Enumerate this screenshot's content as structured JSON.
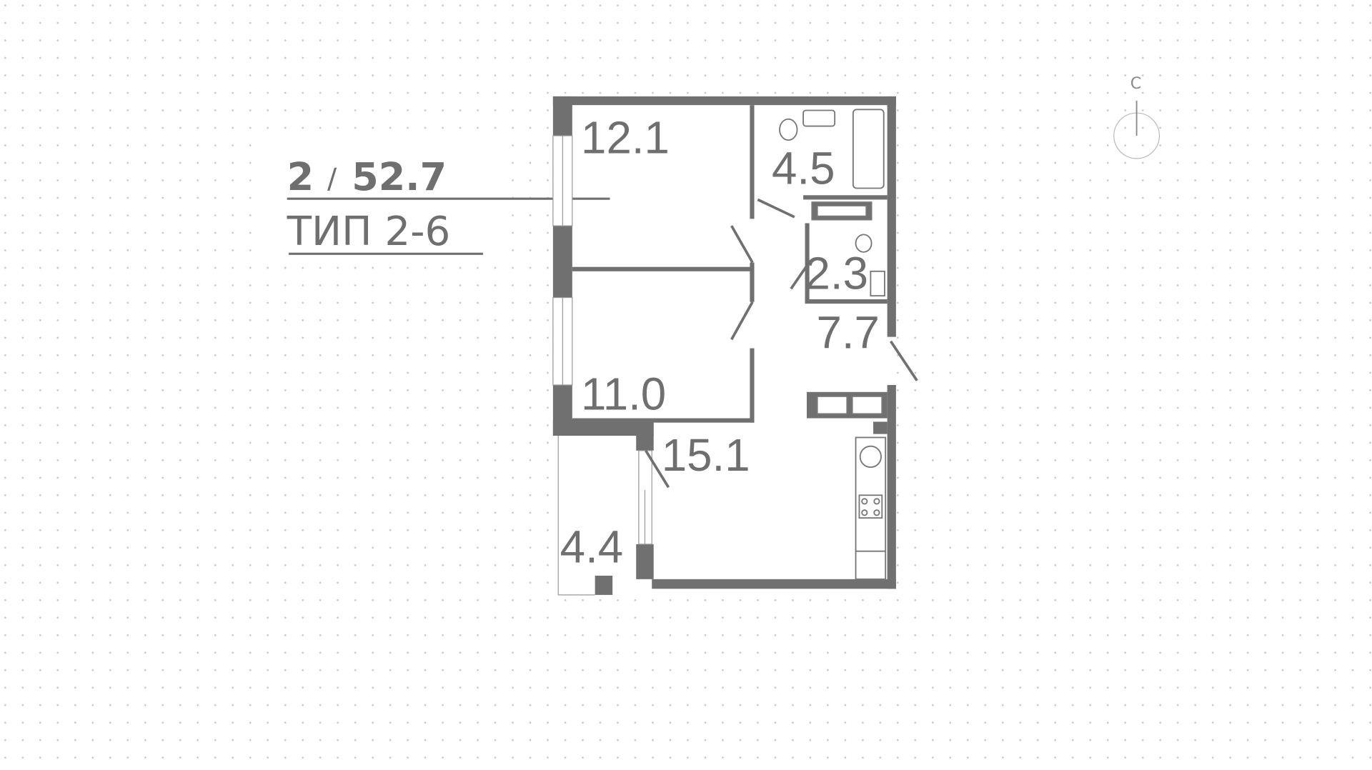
{
  "header": {
    "rooms": "2",
    "separator": "/",
    "area": "52.7",
    "type_label": "ТИП 2-6"
  },
  "compass": {
    "north_label": "С"
  },
  "rooms": [
    {
      "id": "bedroom-1",
      "area": "12.1"
    },
    {
      "id": "bathroom",
      "area": "4.5"
    },
    {
      "id": "toilet",
      "area": "2.3"
    },
    {
      "id": "hallway",
      "area": "7.7"
    },
    {
      "id": "bedroom-2",
      "area": "11.0"
    },
    {
      "id": "kitchen-living",
      "area": "15.1"
    },
    {
      "id": "balcony",
      "area": "4.4"
    }
  ],
  "colors": {
    "wall": "#707070",
    "dots": "#c8c8c8",
    "text": "#6f6f6f"
  }
}
